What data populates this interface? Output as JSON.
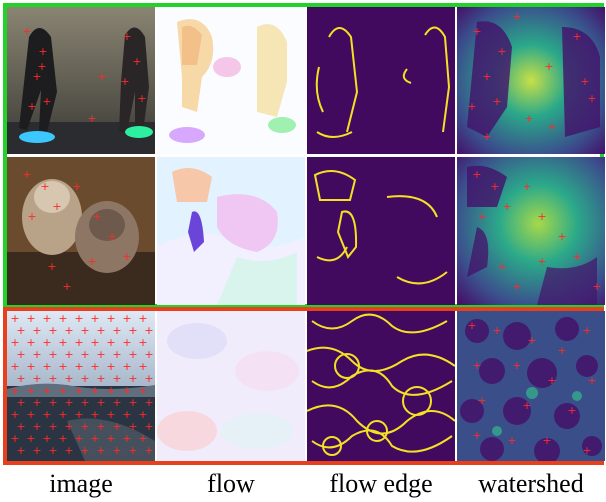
{
  "figure": {
    "column_labels": [
      "image",
      "flow",
      "flow edge",
      "watershed"
    ],
    "group_colors": {
      "top_group": "#22d22a",
      "bottom_group": "#e8401c"
    },
    "marker": {
      "symbol": "+",
      "color": "#ff2a2a"
    },
    "rows": [
      {
        "group": "top",
        "content": "two dancers"
      },
      {
        "group": "top",
        "content": "two kittens"
      },
      {
        "group": "bottom",
        "content": "coastal landscape with uniform grid of markers"
      }
    ]
  }
}
